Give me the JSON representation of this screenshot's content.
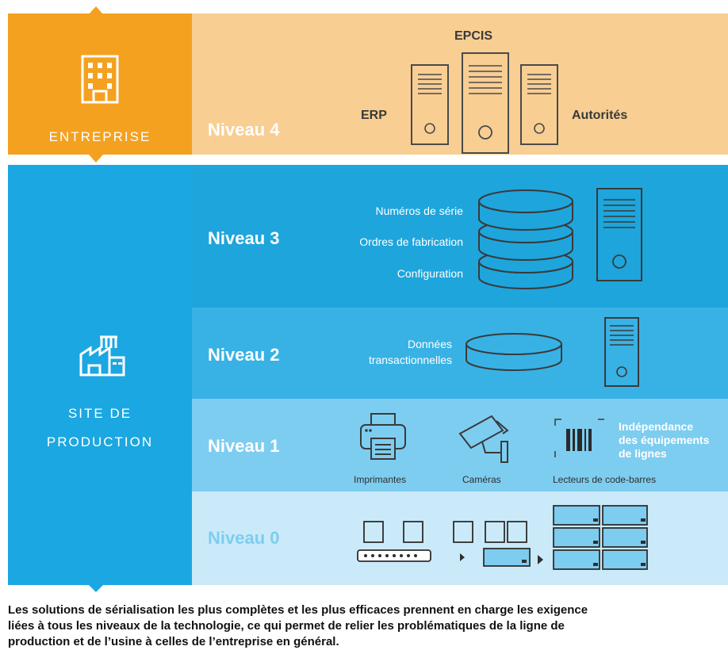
{
  "enterprise": {
    "title": "ENTREPRISE",
    "icon": "office-building-icon",
    "color": "#F4A11F"
  },
  "site": {
    "title_line1": "SITE DE",
    "title_line2": "PRODUCTION",
    "icon": "factory-icon",
    "color": "#1BA7E1"
  },
  "levels": {
    "n4": {
      "label": "Niveau 4",
      "color": "#F8CE93",
      "server_center": "EPCIS",
      "server_left": "ERP",
      "server_right": "Autorités"
    },
    "n3": {
      "label": "Niveau 3",
      "color": "#1EA5DC",
      "items": [
        "Numéros de série",
        "Ordres de fabrication",
        "Configuration"
      ]
    },
    "n2": {
      "label": "Niveau 2",
      "color": "#38B2E5",
      "text_line1": "Données",
      "text_line2": "transactionnelles"
    },
    "n1": {
      "label": "Niveau 1",
      "color": "#7DCDF0",
      "printers": "Imprimantes",
      "cameras": "Caméras",
      "scanners": "Lecteurs de code-barres",
      "note_line1": "Indépendance",
      "note_line2": "des équipements",
      "note_line3": "de lignes"
    },
    "n0": {
      "label": "Niveau 0",
      "color": "#CBEAF9"
    }
  },
  "caption": {
    "line1": "Les solutions de sérialisation les plus complètes et les plus efficaces prennent en charge les exigence",
    "line2": "liées à tous les niveaux de la technologie, ce qui permet de relier les problématiques de la ligne de",
    "line3": "production et de l’usine à celles de l’entreprise en général."
  }
}
